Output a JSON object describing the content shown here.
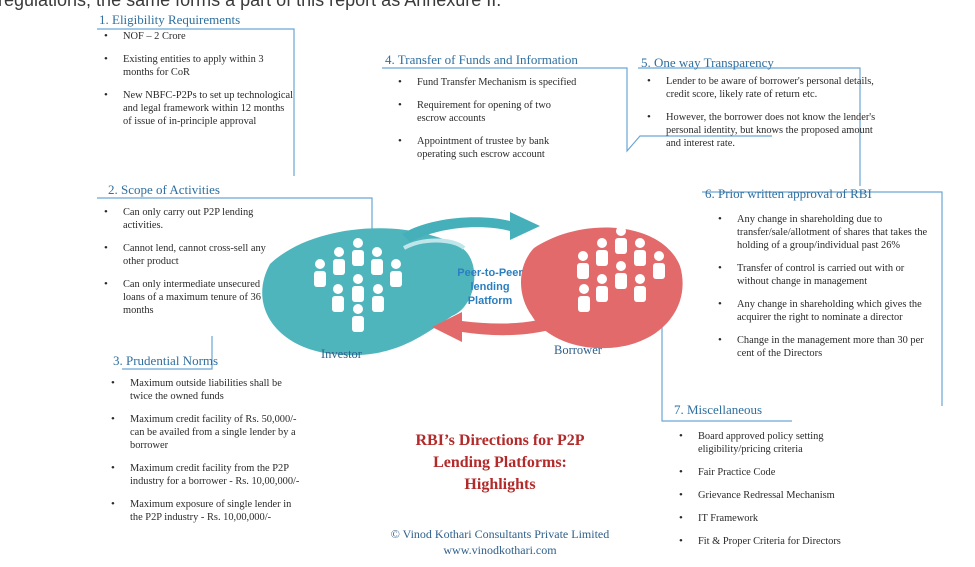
{
  "top_strip": "regulations, the same forms a part of this report as Annexure II.",
  "colors": {
    "accent_blue": "#4a90c8",
    "teal": "#4fb5bd",
    "red": "#e36a6a",
    "title_red": "#b22a2a",
    "heading_blue": "#2f6f9f"
  },
  "icons": [
    "investor-group-icon",
    "borrower-group-icon",
    "arrow-right-icon",
    "arrow-left-icon"
  ],
  "sections": {
    "eligibility": {
      "title": "1. Eligibility Requirements",
      "items": [
        "NOF – 2 Crore",
        "Existing entities to apply within 3 months for CoR",
        "New NBFC-P2Ps to set up technological and legal framework within 12 months of issue of in-principle approval"
      ]
    },
    "scope": {
      "title": "2. Scope of Activities",
      "items": [
        "Can only carry out P2P lending activities.",
        "Cannot lend, cannot cross-sell any other product",
        "Can only intermediate unsecured loans of a maximum tenure of 36 months"
      ]
    },
    "prudential": {
      "title": "3. Prudential Norms",
      "items": [
        "Maximum outside liabilities shall be twice the owned funds",
        "Maximum credit facility of Rs. 50,000/- can be availed from a single lender by a borrower",
        "Maximum credit facility from the P2P industry for a borrower - Rs. 10,00,000/-",
        "Maximum exposure of single lender in the P2P industry - Rs. 10,00,000/-"
      ]
    },
    "transfer": {
      "title": "4. Transfer of Funds and Information",
      "items": [
        "Fund Transfer Mechanism is specified",
        "Requirement for opening of two escrow accounts",
        "Appointment of trustee by bank operating such escrow account"
      ]
    },
    "transparency": {
      "title": "5. One way Transparency",
      "items": [
        "Lender to be aware of borrower's personal details, credit score, likely rate of return etc.",
        "However, the borrower does not know the lender's personal identity, but knows the proposed amount and interest rate."
      ]
    },
    "approval": {
      "title": "6. Prior written approval of RBI",
      "items": [
        "Any change in shareholding due to transfer/sale/allotment of shares that takes the holding of a group/individual past 26%",
        "Transfer of control is carried out with or without change in management",
        "Any change in shareholding which gives the acquirer the right to nominate a director",
        "Change in the management more than 30 per cent of the Directors"
      ]
    },
    "misc": {
      "title": "7. Miscellaneous",
      "items": [
        "Board approved policy setting eligibility/pricing criteria",
        "Fair Practice Code",
        "Grievance Redressal Mechanism",
        "IT Framework",
        "Fit & Proper Criteria for Directors"
      ]
    }
  },
  "center": {
    "platform_line1": "Peer-to-Peer lending",
    "platform_line2": "Platform",
    "investor": "Investor",
    "borrower": "Borrower"
  },
  "headline": {
    "line1": "RBI’s Directions for P2P",
    "line2": "Lending Platforms:",
    "line3": "Highlights"
  },
  "credit": {
    "line1": "© Vinod Kothari Consultants Private Limited",
    "line2": "www.vinodkothari.com"
  }
}
